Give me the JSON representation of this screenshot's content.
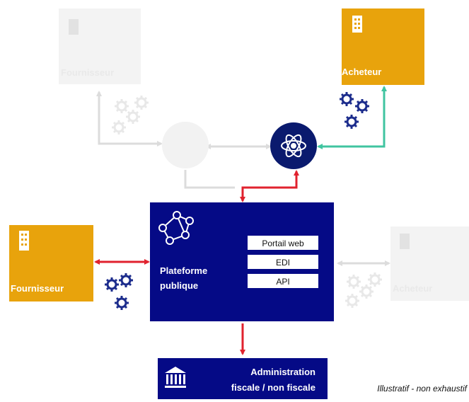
{
  "colors": {
    "navy": "#050a86",
    "orange": "#e8a30c",
    "red": "#e0222e",
    "teal": "#40c4a0",
    "faded_gray": "#dcdcdc",
    "faded_text": "#eeeeee",
    "dark_blue": "#0a1a6e"
  },
  "nodes": {
    "faded_supplier_top": {
      "label": "Fournisseur",
      "icon": "building-icon"
    },
    "buyer_top": {
      "label": "Acheteur",
      "icon": "building-icon"
    },
    "supplier_left": {
      "label": "Fournisseur",
      "icon": "building-icon"
    },
    "faded_buyer_right": {
      "label": "Acheteur",
      "icon": "building-icon"
    },
    "faded_hub": {
      "icon": "circle-hub-icon"
    },
    "operator": {
      "icon": "atom-icon"
    },
    "platform": {
      "label_line1": "Plateforme",
      "label_line2": "publique",
      "icon": "network-nodes-icon",
      "channels": [
        "Portail web",
        "EDI",
        "API"
      ]
    },
    "administration": {
      "label_line1": "Administration",
      "label_line2": "fiscale / non fiscale",
      "icon": "bank-building-icon"
    }
  },
  "note": "Illustratif - non exhaustif"
}
